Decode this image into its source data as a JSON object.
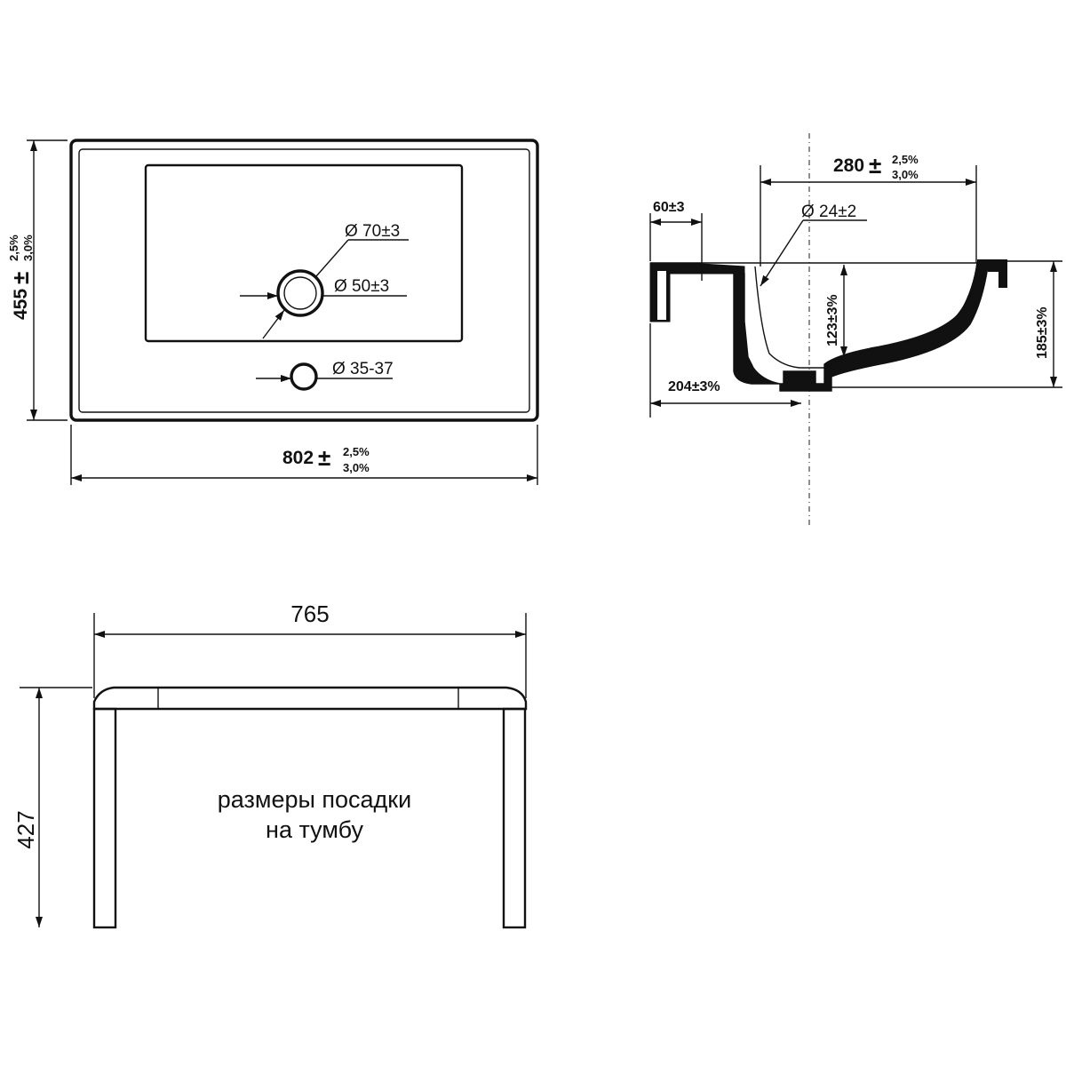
{
  "top_view": {
    "width_main": "802",
    "width_pm": "±",
    "width_tol_up": "2,5%",
    "width_tol_down": "3,0%",
    "depth_main": "455",
    "depth_pm": "±",
    "depth_tol_up": "2,5%",
    "depth_tol_down": "3,0%",
    "dia_outer": "Ø 70±3",
    "dia_inner": "Ø 50±3",
    "dia_overflow": "Ø 35-37"
  },
  "side_view": {
    "depth_main": "280",
    "depth_pm": "±",
    "depth_tol_up": "2,5%",
    "depth_tol_down": "3,0%",
    "rim": "60±3",
    "drain_dia": "Ø 24±2",
    "bowl_height": "123±3%",
    "total_height": "185±3%",
    "drain_offset": "204±3%"
  },
  "cabinet_view": {
    "width": "765",
    "height": "427",
    "note_line1": "размеры посадки",
    "note_line2": "на тумбу"
  }
}
